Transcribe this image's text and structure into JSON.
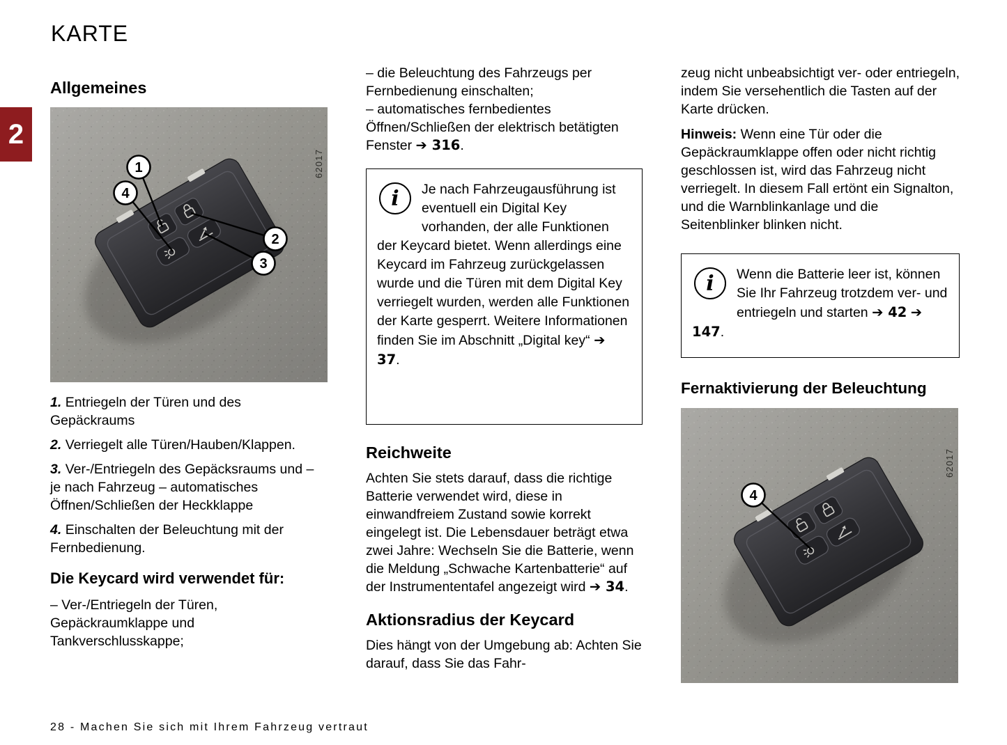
{
  "page": {
    "title": "KARTE",
    "chapter_number": "2",
    "footer": "28 - Machen Sie sich mit Ihrem Fahrzeug vertraut"
  },
  "icons": {
    "info_glyph": "i"
  },
  "colors": {
    "chapter_tab_red": "#8e1c1f",
    "figure_background_grey": "#96958f",
    "keycard_body": "#2c2c30"
  },
  "left": {
    "heading": "Allgemeines",
    "items": [
      {
        "num": "1.",
        "text": "Entriegeln der Türen und des Gepäckraums"
      },
      {
        "num": "2.",
        "text": "Verriegelt alle Türen/Hauben/Klappen."
      },
      {
        "num": "3.",
        "text": "Ver-/Entriegeln des Gepäcksraums und – je nach Fahrzeug – automatisches Öffnen/Schließen der Heckklappe"
      },
      {
        "num": "4.",
        "text": "Einschalten der Beleuchtung mit der Fernbedienung."
      }
    ],
    "subheading": "Die Keycard wird verwendet für:",
    "bullet": "– Ver-/Entriegeln der Türen, Gepäckraumklappe und Tankverschlusskappe;"
  },
  "middle": {
    "bullet1": "– die Beleuchtung des Fahrzeugs per Fernbedienung einschalten;",
    "bullet2_text": "– automatisches fernbedientes Öffnen/Schließen der elektrisch betätigten Fenster ",
    "bullet2_ref": "➔ 316",
    "bullet2_end": ".",
    "infobox": {
      "text": "Je nach Fahrzeugausführung ist eventuell ein Digital Key vorhanden, der alle Funktionen der Keycard bietet. Wenn allerdings eine Keycard im Fahrzeug zurückgelassen wurde und die Türen mit dem Digital Key verriegelt wurden, werden alle Funktionen der Karte gesperrt. Weitere Informationen finden Sie im Abschnitt „Digital key“ ",
      "ref": "➔ 37",
      "end": "."
    },
    "reichweite_heading": "Reichweite",
    "reichweite_text": "Achten Sie stets darauf, dass die richtige Batterie verwendet wird, diese in einwandfreiem Zustand sowie korrekt eingelegt ist. Die Lebensdauer beträgt etwa zwei Jahre: Wechseln Sie die Batterie, wenn die Meldung „Schwache Kartenbatterie“ auf der Instrumententafel angezeigt wird ",
    "reichweite_ref": "➔ 34",
    "reichweite_end": ".",
    "aktionsradius_heading": "Aktionsradius der Keycard",
    "aktionsradius_text": "Dies hängt von der Umgebung ab: Achten Sie darauf, dass Sie das Fahr-"
  },
  "right": {
    "continuation": "zeug nicht unbeabsichtigt ver- oder entriegeln, indem Sie versehentlich die Tasten auf der Karte drücken.",
    "hinweis_label": "Hinweis:",
    "hinweis_text": " Wenn eine Tür oder die Gepäckraumklappe offen oder nicht richtig geschlossen ist, wird das Fahrzeug nicht verriegelt. In diesem Fall ertönt ein Signalton, und die Warnblinkanlage und die Seitenblinker blinken nicht.",
    "infobox": {
      "text": "Wenn die Batterie leer ist, können Sie Ihr Fahrzeug trotzdem ver- und entriegeln und starten ",
      "ref1": "➔ 42",
      "ref2": "➔ 147",
      "end": "."
    },
    "heading": "Fernaktivierung der Beleuchtung"
  },
  "figures": {
    "fig1": {
      "code": "62017",
      "callouts": [
        "1",
        "4",
        "2",
        "3"
      ]
    },
    "fig2": {
      "code": "62017",
      "callout": "4"
    }
  }
}
